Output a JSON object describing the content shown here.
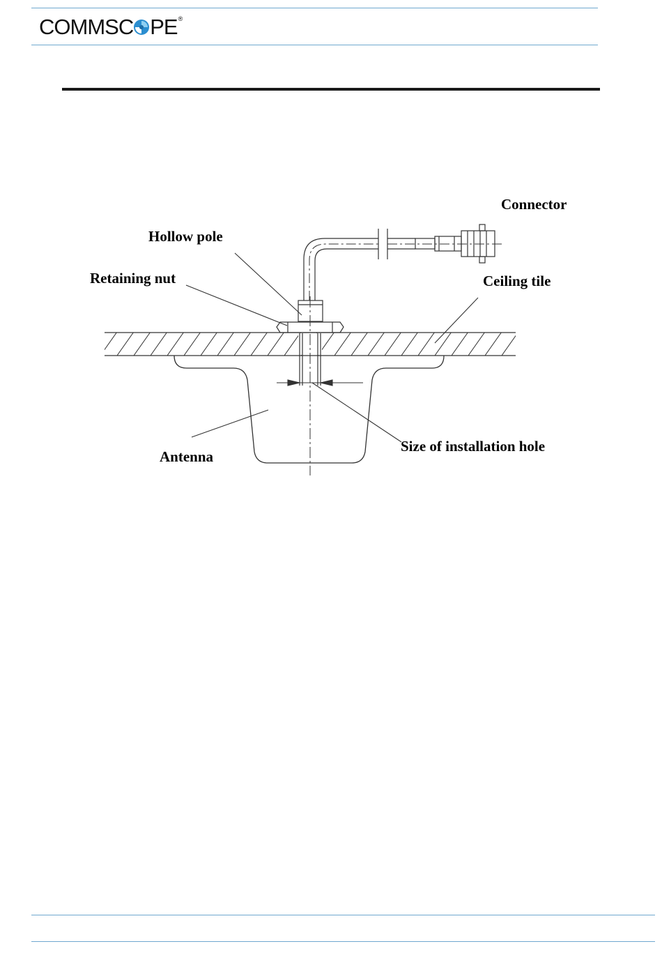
{
  "header": {
    "logo_text_before": "COMMSC",
    "logo_text_after": "PE",
    "logo_registered": "®",
    "brand_colors": {
      "swirl_blue": "#2b8ed0",
      "swirl_light": "#8fd0f2",
      "rule": "#6fa8cf"
    }
  },
  "diagram": {
    "labels": {
      "connector": "Connector",
      "hollow_pole": "Hollow pole",
      "retaining_nut": "Retaining nut",
      "ceiling_tile": "Ceiling tile",
      "antenna": "Antenna",
      "hole_size": "Size of installation hole"
    }
  }
}
